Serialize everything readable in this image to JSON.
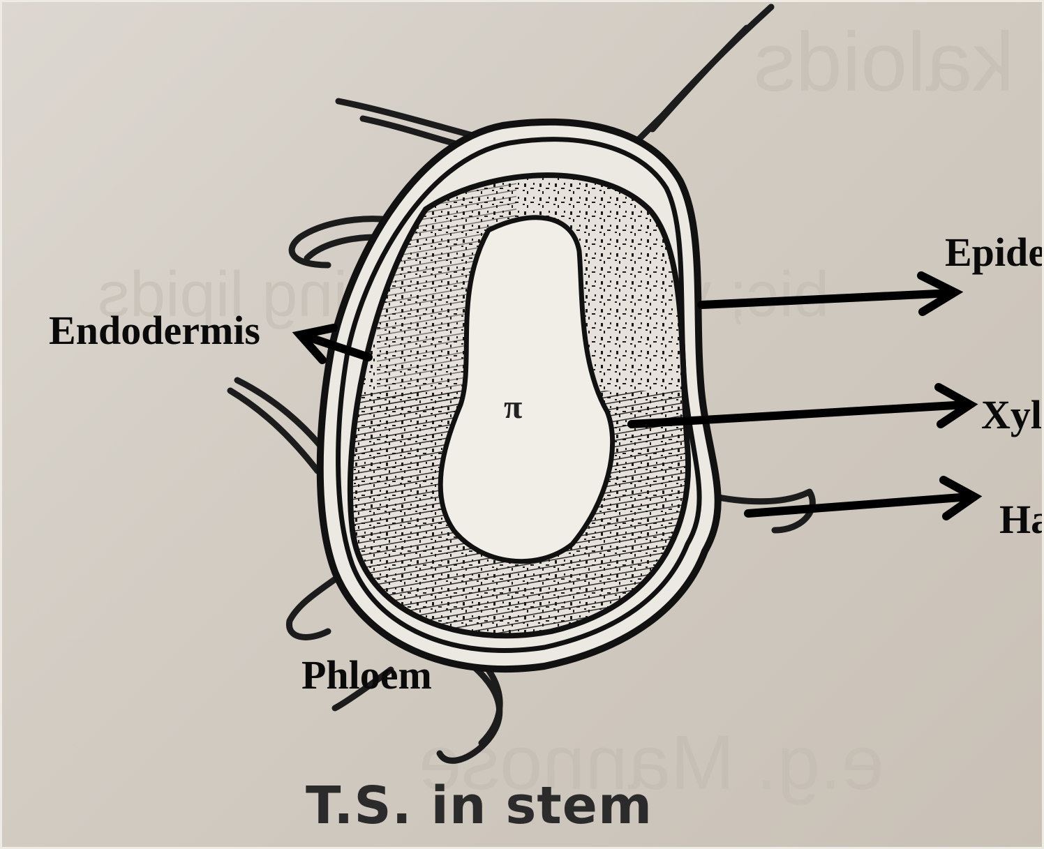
{
  "diagram": {
    "caption": "T.S. in stem",
    "center_mark": "π",
    "labels": {
      "epidermis": "Epide",
      "endodermis": "Endodermis",
      "xylem": "Xyl",
      "hair": "Ha",
      "phloem": "Phloem"
    },
    "show_through": {
      "line1": "kaloids",
      "line2": "bic; volatile; forming lipids",
      "line3": "e.g. Mannose"
    }
  },
  "colors": {
    "paper": "#d6d0c8",
    "ink": "#111111",
    "caption_ink": "#2b2b2b"
  }
}
